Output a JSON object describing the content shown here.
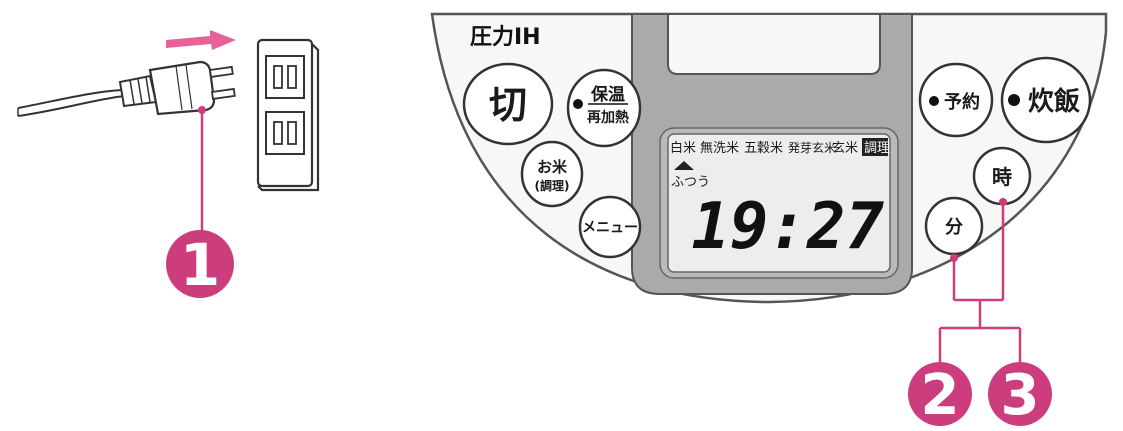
{
  "panel": {
    "brand": "圧力IH",
    "buttons": {
      "off": "切",
      "keep_warm_top": "保温",
      "keep_warm_bottom": "再加熱",
      "reserve": "予約",
      "cook": "炊飯",
      "rice_top": "お米",
      "rice_bottom": "(調理)",
      "menu": "メニュー",
      "hour": "時",
      "minute": "分"
    },
    "display": {
      "menu_items": [
        "白米",
        "無洗米",
        "五穀米",
        "発芽玄米",
        "玄米"
      ],
      "menu_highlight": "調理",
      "mode": "ふつう",
      "time": "19:27"
    }
  },
  "steps": [
    "1",
    "2",
    "3"
  ],
  "colors": {
    "accent": "#cc3d7e",
    "arrow": "#e8629a",
    "panel_gray": "#aaaaaa",
    "lcd_bg": "#ededed"
  }
}
